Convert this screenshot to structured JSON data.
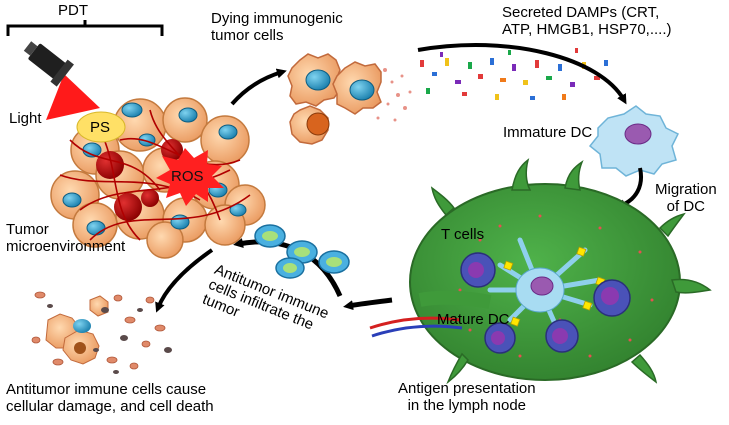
{
  "labels": {
    "pdt": "PDT",
    "light": "Light",
    "ps": "PS",
    "ros": "ROS",
    "tumor_line1": "Tumor",
    "tumor_line2": "microenvironment",
    "dying_line1": "Dying immunogenic",
    "dying_line2": "tumor cells",
    "damps_line1": "Secreted DAMPs (CRT,",
    "damps_line2": "ATP, HMGB1, HSP70,....)",
    "immature_dc": "Immature DC",
    "migration_line1": "Migration",
    "migration_line2": "of DC",
    "t_cells": "T cells",
    "mature_dc": "Mature DC",
    "antitumor_line1": "Antitumor immune",
    "antitumor_line2": "cells infiltrate  the",
    "antitumor_line3": "tumor",
    "antigen_line1": "Antigen presentation",
    "antigen_line2": "in the lymph node",
    "damage_line1": "Antitumor immune cells cause",
    "damage_line2": "cellular damage, and cell death"
  },
  "colors": {
    "light_beam": "#ff1a1a",
    "ps_bubble": "#ffe066",
    "ros_star": "#ff2020",
    "tumor_cell": "#f4b27a",
    "nucleus": "#2a9fc9",
    "lymph_node": "#3f9a3a",
    "immature_dc": "#bfe3f5",
    "t_cell": "#4a52b8"
  }
}
